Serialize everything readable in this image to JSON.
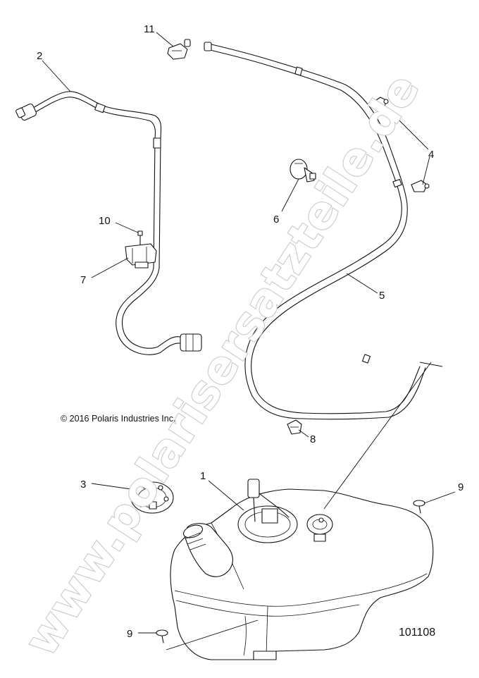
{
  "diagram": {
    "callouts": [
      {
        "id": "c1",
        "label": "1"
      },
      {
        "id": "c2",
        "label": "2"
      },
      {
        "id": "c3",
        "label": "3"
      },
      {
        "id": "c4",
        "label": "4"
      },
      {
        "id": "c5",
        "label": "5"
      },
      {
        "id": "c6",
        "label": "6"
      },
      {
        "id": "c7",
        "label": "7"
      },
      {
        "id": "c8",
        "label": "8"
      },
      {
        "id": "c9a",
        "label": "9"
      },
      {
        "id": "c9b",
        "label": "9"
      },
      {
        "id": "c10",
        "label": "10"
      },
      {
        "id": "c11",
        "label": "11"
      }
    ],
    "copyright": "© 2016 Polaris Industries Inc.",
    "figure_number": "101108",
    "watermark": "www.polarisersatzteile.de"
  }
}
